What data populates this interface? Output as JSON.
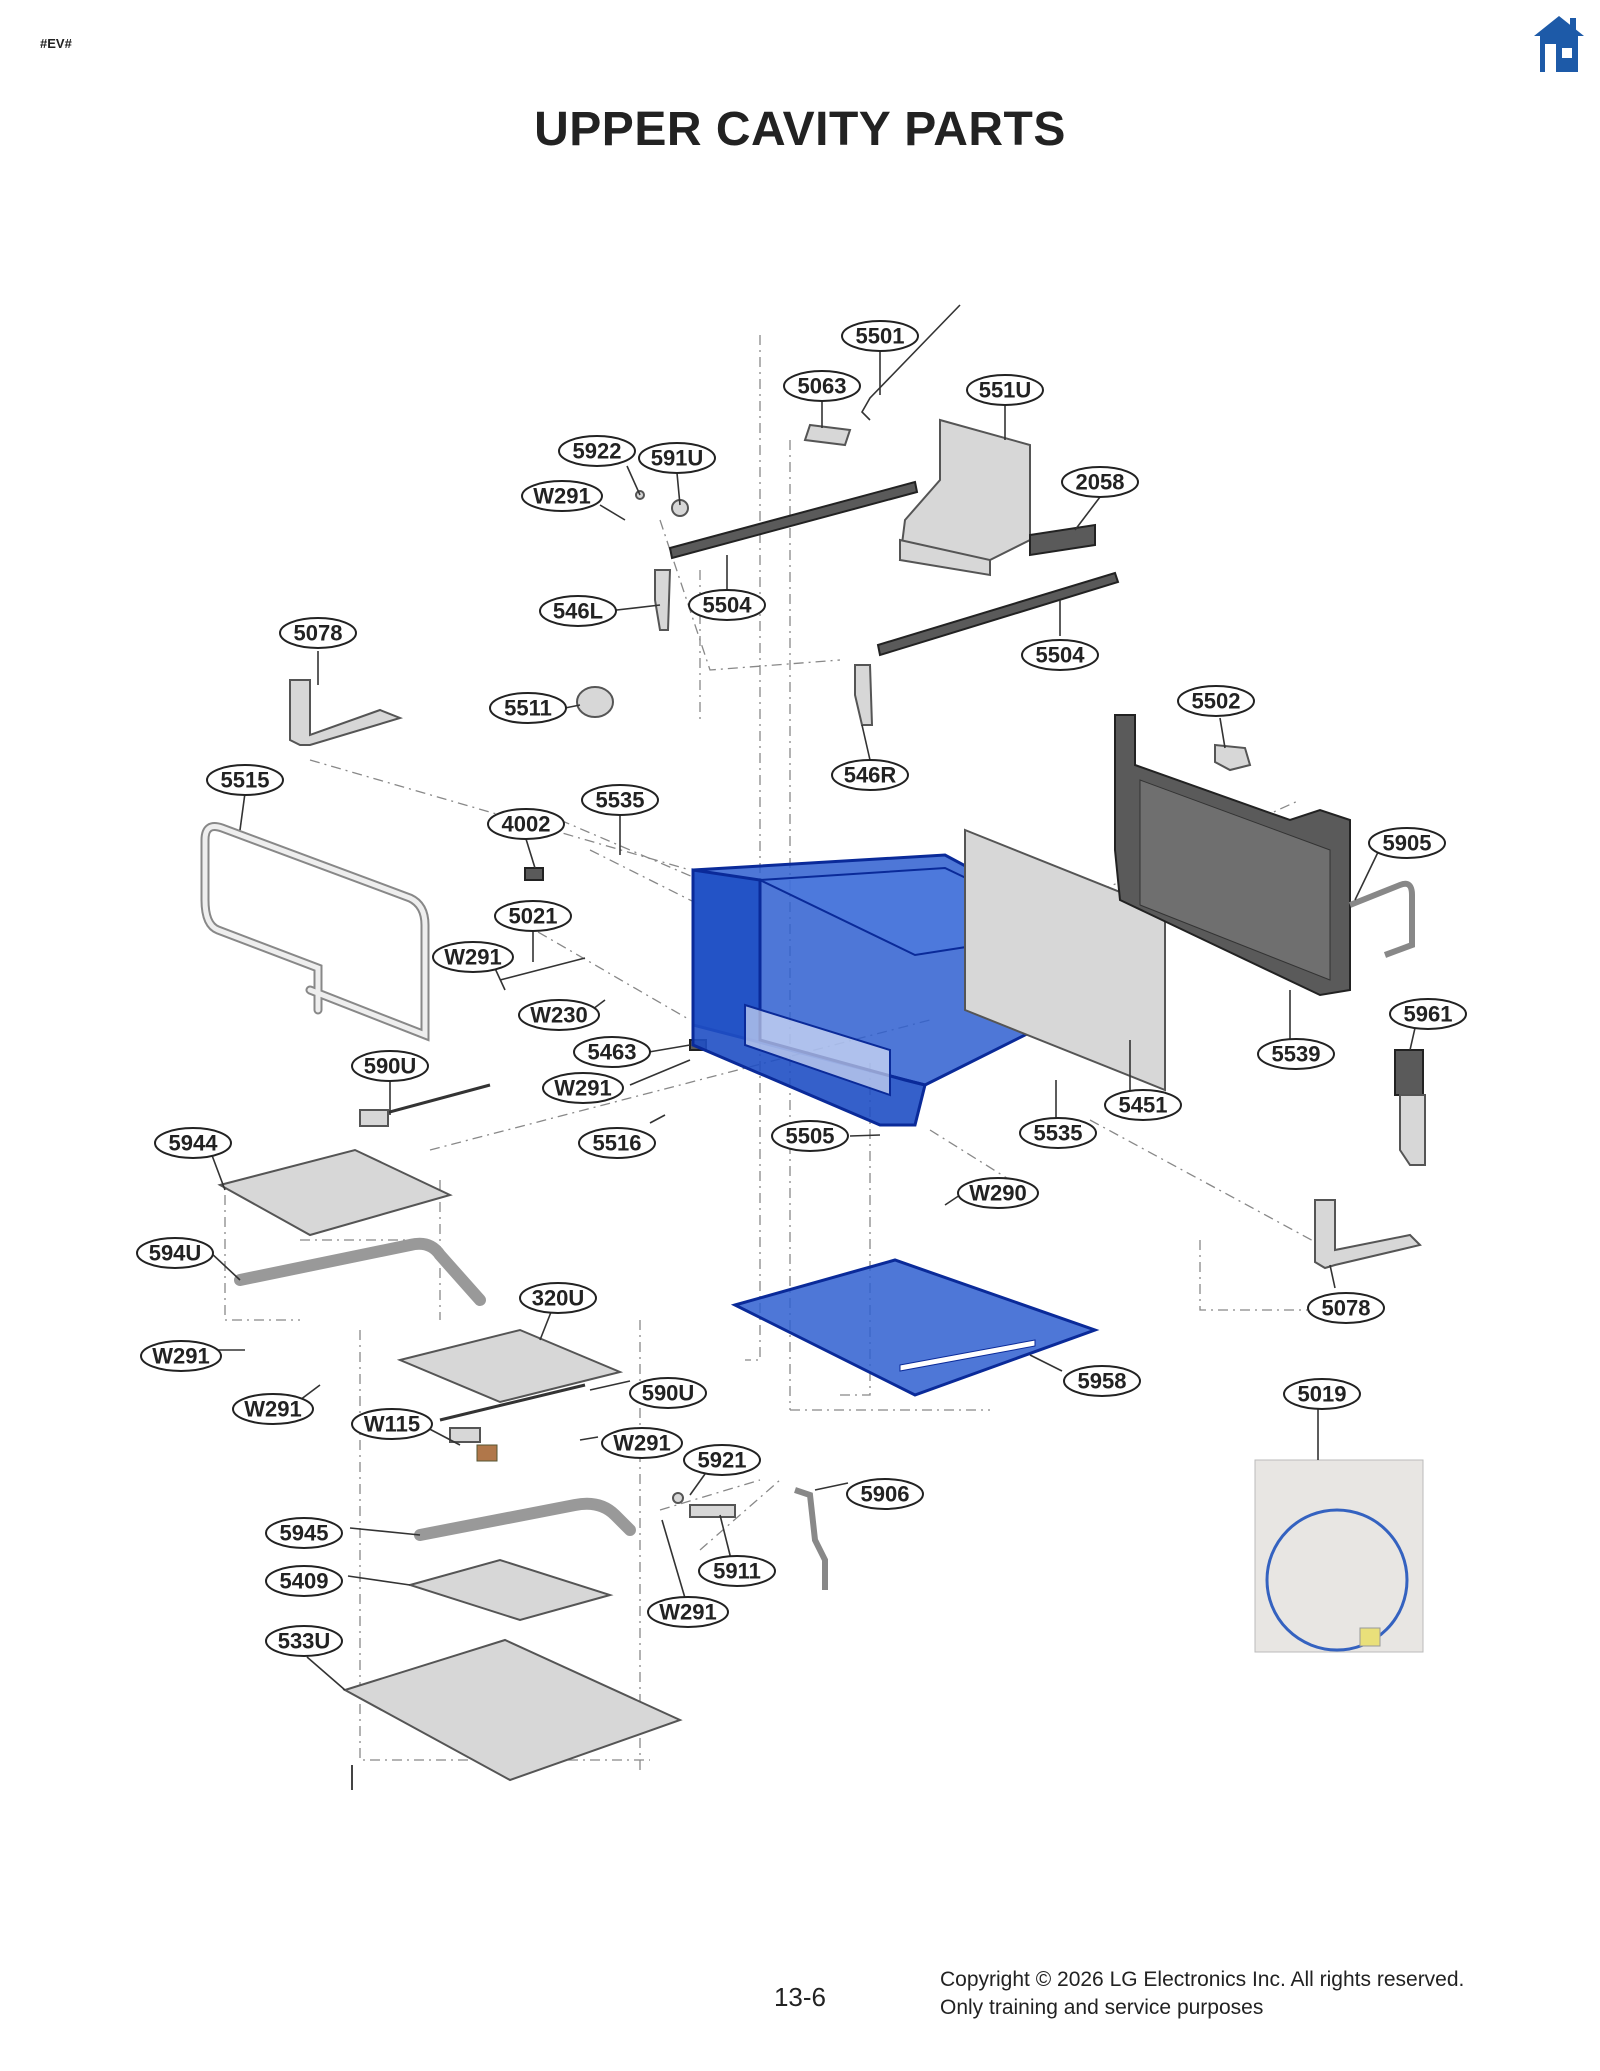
{
  "header": {
    "tag": "#EV#",
    "title": "UPPER CAVITY PARTS",
    "home_icon": "home-icon"
  },
  "part_labels": [
    "5501",
    "5063",
    "551U",
    "5922",
    "591U",
    "W291",
    "2058",
    "546L",
    "5504",
    "5504",
    "5078",
    "5511",
    "546R",
    "5502",
    "5515",
    "5535",
    "4002",
    "5905",
    "5021",
    "W291",
    "W230",
    "5463",
    "5961",
    "5539",
    "590U",
    "W291",
    "5451",
    "5516",
    "5505",
    "5535",
    "5944",
    "W290",
    "594U",
    "320U",
    "5078",
    "W291",
    "5958",
    "W291",
    "590U",
    "5019",
    "W115",
    "W291",
    "5921",
    "5906",
    "5945",
    "5911",
    "5409",
    "W291",
    "533U"
  ],
  "footer": {
    "page_number": "13-6",
    "copyright_line1": "Copyright © 2026 LG Electronics Inc. All rights reserved.",
    "copyright_line2": "Only training and service purposes"
  },
  "colors": {
    "cavity_blue": "#2f5fd0",
    "home_icon_blue": "#1d5aa8"
  }
}
